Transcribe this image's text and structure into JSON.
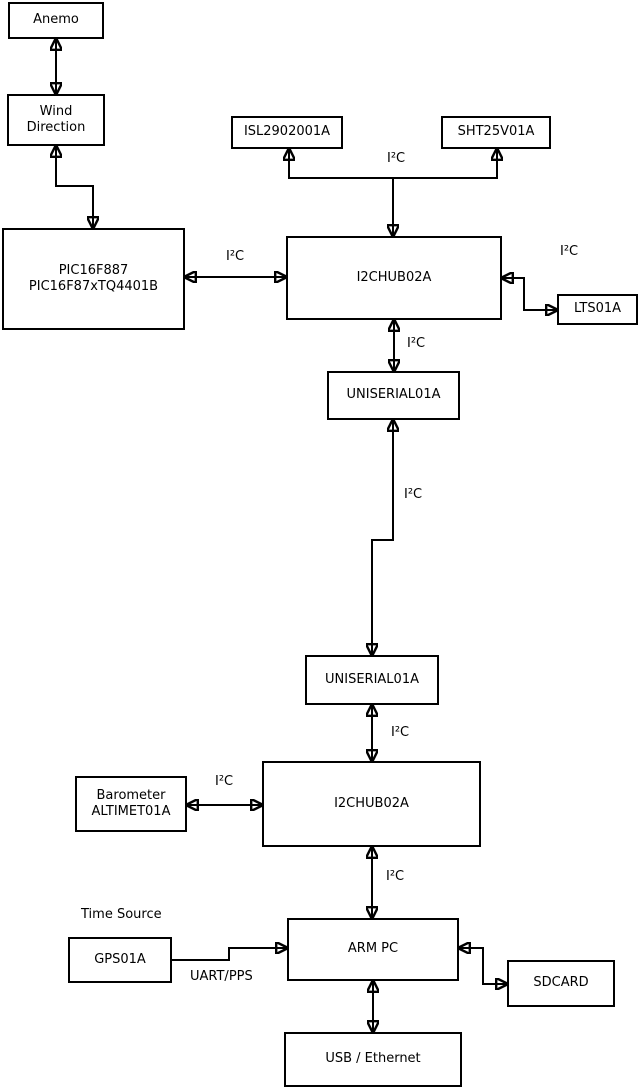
{
  "nodes": {
    "anemo": {
      "label": "Anemo"
    },
    "wind_direction": {
      "label": "Wind\nDirection"
    },
    "pic": {
      "label": "PIC16F887\nPIC16F87xTQ4401B"
    },
    "isl": {
      "label": "ISL2902001A"
    },
    "sht": {
      "label": "SHT25V01A"
    },
    "i2chub_top": {
      "label": "I2CHUB02A"
    },
    "lts": {
      "label": "LTS01A"
    },
    "uniserial_top": {
      "label": "UNISERIAL01A"
    },
    "uniserial_bottom": {
      "label": "UNISERIAL01A"
    },
    "barometer": {
      "label": "Barometer\nALTIMET01A"
    },
    "i2chub_bottom": {
      "label": "I2CHUB02A"
    },
    "gps": {
      "label": "GPS01A"
    },
    "arm_pc": {
      "label": "ARM PC"
    },
    "sdcard": {
      "label": "SDCARD"
    },
    "usb_ethernet": {
      "label": "USB / Ethernet"
    }
  },
  "edge_labels": {
    "i2c_top": "I²C",
    "i2c_pic_hub": "I²C",
    "i2c_hub_lts": "I²C",
    "i2c_hub_uniserial": "I²C",
    "i2c_uniserial_link": "I²C",
    "i2c_uniserial_hub2": "I²C",
    "i2c_barometer_hub2": "I²C",
    "i2c_hub2_arm": "I²C",
    "time_source": "Time Source",
    "uart_pps": "UART/PPS"
  },
  "edges": [
    {
      "from": "anemo",
      "to": "wind_direction",
      "direction": "bidirectional"
    },
    {
      "from": "wind_direction",
      "to": "pic",
      "direction": "bidirectional"
    },
    {
      "from": "pic",
      "to": "i2chub_top",
      "direction": "bidirectional",
      "label": "I²C"
    },
    {
      "from": "i2chub_top",
      "to": "isl",
      "direction": "bidirectional",
      "label": "I²C"
    },
    {
      "from": "i2chub_top",
      "to": "sht",
      "direction": "bidirectional",
      "label": "I²C"
    },
    {
      "from": "i2chub_top",
      "to": "lts",
      "direction": "bidirectional",
      "label": "I²C"
    },
    {
      "from": "i2chub_top",
      "to": "uniserial_top",
      "direction": "bidirectional",
      "label": "I²C"
    },
    {
      "from": "uniserial_top",
      "to": "uniserial_bottom",
      "direction": "bidirectional",
      "label": "I²C"
    },
    {
      "from": "uniserial_bottom",
      "to": "i2chub_bottom",
      "direction": "bidirectional",
      "label": "I²C"
    },
    {
      "from": "barometer",
      "to": "i2chub_bottom",
      "direction": "bidirectional",
      "label": "I²C"
    },
    {
      "from": "i2chub_bottom",
      "to": "arm_pc",
      "direction": "bidirectional",
      "label": "I²C"
    },
    {
      "from": "gps",
      "to": "arm_pc",
      "direction": "one-way",
      "label": "UART/PPS"
    },
    {
      "from": "arm_pc",
      "to": "sdcard",
      "direction": "bidirectional"
    },
    {
      "from": "arm_pc",
      "to": "usb_ethernet",
      "direction": "bidirectional"
    }
  ],
  "colors": {
    "background": "#ffffff",
    "box_fill": "#ffffff",
    "line": "#000000",
    "text": "#000000"
  }
}
